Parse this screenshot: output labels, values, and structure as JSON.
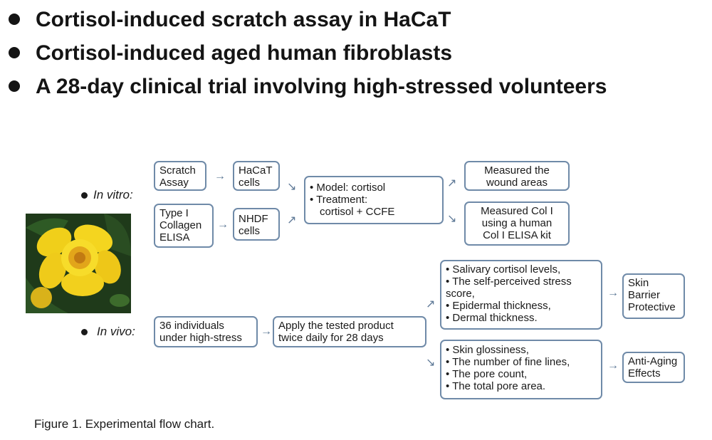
{
  "bullets": [
    "Cortisol-induced scratch assay in HaCaT",
    "Cortisol-induced aged human fibroblasts",
    "A 28-day clinical trial involving high-stressed volunteers"
  ],
  "labels": {
    "in_vitro": "In vitro:",
    "in_vivo": "In vivo:"
  },
  "in_vitro": {
    "scratch_assay": [
      "Scratch",
      "Assay"
    ],
    "hacat_cells": [
      "HaCaT",
      "cells"
    ],
    "collagen_elisa": [
      "Type I",
      "Collagen",
      "ELISA"
    ],
    "nhdf_cells": [
      "NHDF",
      "cells"
    ],
    "model": [
      "• Model: cortisol",
      "• Treatment:",
      "cortisol + CCFE"
    ],
    "wound": [
      "Measured the",
      "wound areas"
    ],
    "col_measure": [
      "Measured Col I",
      "using a human",
      "Col I ELISA kit"
    ]
  },
  "in_vivo": {
    "individuals": [
      "36 individuals",
      "under high-stress"
    ],
    "apply": [
      "Apply the tested product",
      "twice daily for 28 days"
    ],
    "stress_measures": [
      "• Salivary cortisol levels,",
      "• The self-perceived stress",
      "score,",
      "• Epidermal thickness,",
      "• Dermal thickness."
    ],
    "skin_barrier": [
      "Skin",
      "Barrier",
      "Protective"
    ],
    "aging_measures": [
      "• Skin glossiness,",
      "• The number of fine lines,",
      "• The pore count,",
      "• The total pore area."
    ],
    "anti_aging": [
      "Anti-Aging",
      "Effects"
    ]
  },
  "caption": "Figure 1. Experimental flow chart.",
  "colors": {
    "box_border": "#6f8aa8",
    "arrow": "#5d7896",
    "petal": "#f3d21c"
  }
}
